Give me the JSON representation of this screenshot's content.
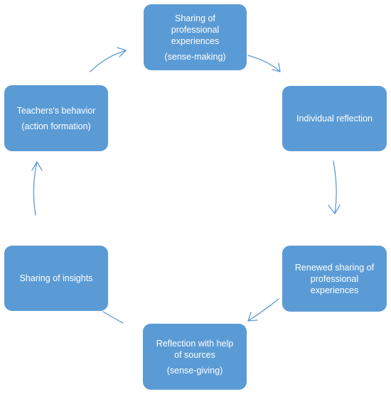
{
  "colors": {
    "node_fill": "#5B9BD5",
    "arrow": "#5B9BD5",
    "text": "#FFFFFF"
  },
  "nodes": {
    "sharing": {
      "line1": "Sharing of",
      "line2": "professional",
      "line3": "experiences",
      "line4": "(sense-making)"
    },
    "individual": {
      "label": "Individual reflection"
    },
    "renewed": {
      "line1": "Renewed sharing of",
      "line2": "professional",
      "line3": "experiences"
    },
    "reflection_sources": {
      "line1": "Reflection with help",
      "line2": "of sources",
      "line3": "(sense-giving)"
    },
    "insights": {
      "label": "Sharing of insights"
    },
    "behavior": {
      "line1": "Teachers's behavior",
      "line2": "(action formation)"
    }
  }
}
